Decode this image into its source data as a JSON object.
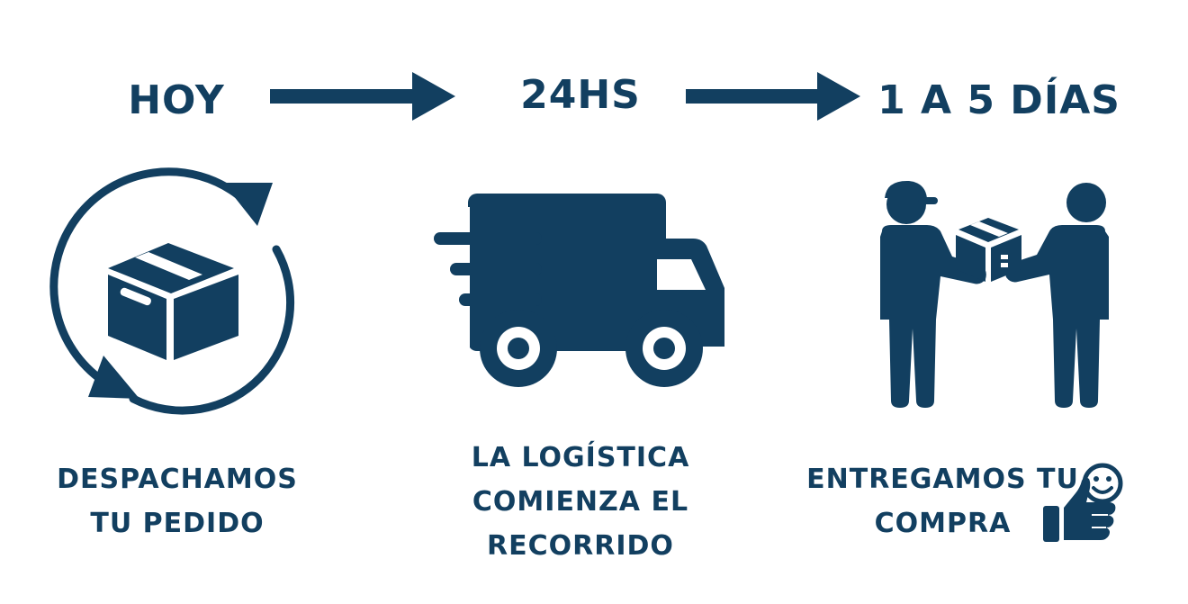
{
  "colors": {
    "primary": "#123f60",
    "background": "#ffffff"
  },
  "steps": [
    {
      "heading": "HOY",
      "caption_lines": [
        "DESPACHAMOS",
        "TU PEDIDO"
      ],
      "icon": "box-cycle-icon"
    },
    {
      "heading": "24HS",
      "caption_lines": [
        "LA LOGÍSTICA",
        "COMIENZA EL",
        "RECORRIDO"
      ],
      "icon": "delivery-truck-icon"
    },
    {
      "heading": "1 A 5 DÍAS",
      "caption_lines": [
        "ENTREGAMOS TU",
        "COMPRA"
      ],
      "icon": "package-handover-icon",
      "extra_icon": "thumbs-up-smiley-icon"
    }
  ],
  "connectors": [
    "arrow-right-icon",
    "arrow-right-icon"
  ]
}
